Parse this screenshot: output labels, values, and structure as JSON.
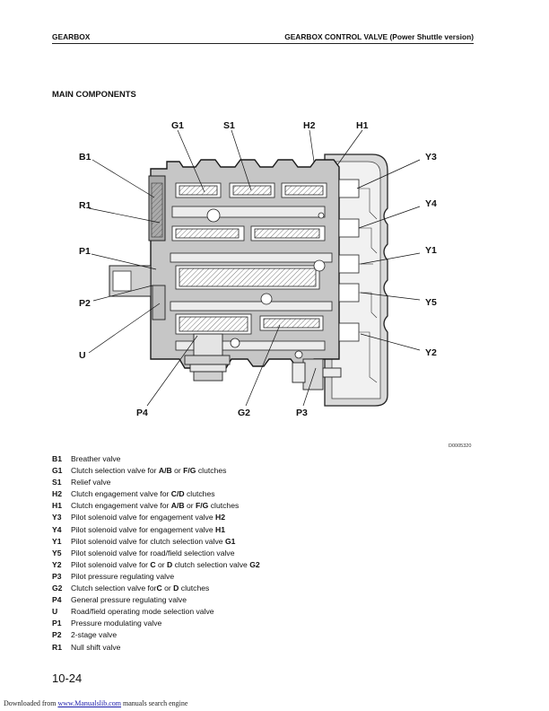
{
  "header": {
    "left": "GEARBOX",
    "right": "GEARBOX CONTROL VALVE (Power Shuttle version)"
  },
  "section_title": "MAIN COMPONENTS",
  "diagram": {
    "labels": {
      "G1": "G1",
      "S1": "S1",
      "H2": "H2",
      "H1": "H1",
      "B1": "B1",
      "R1": "R1",
      "P1": "P1",
      "P2": "P2",
      "U": "U",
      "Y3": "Y3",
      "Y4": "Y4",
      "Y1": "Y1",
      "Y5": "Y5",
      "Y2": "Y2",
      "P4": "P4",
      "G2": "G2",
      "P3": "P3"
    },
    "drawing_code": "D0005320"
  },
  "legend": [
    {
      "key": "B1",
      "parts": [
        {
          "t": "Breather valve"
        }
      ]
    },
    {
      "key": "G1",
      "parts": [
        {
          "t": "Clutch selection valve for "
        },
        {
          "t": "A/B",
          "b": true
        },
        {
          "t": " or "
        },
        {
          "t": "F/G",
          "b": true
        },
        {
          "t": " clutches"
        }
      ]
    },
    {
      "key": "S1",
      "parts": [
        {
          "t": "Relief valve"
        }
      ]
    },
    {
      "key": "H2",
      "parts": [
        {
          "t": "Clutch engagement valve for "
        },
        {
          "t": "C/D",
          "b": true
        },
        {
          "t": " clutches"
        }
      ]
    },
    {
      "key": "H1",
      "parts": [
        {
          "t": "Clutch engagement valve for "
        },
        {
          "t": "A/B",
          "b": true
        },
        {
          "t": " or "
        },
        {
          "t": "F/G",
          "b": true
        },
        {
          "t": " clutches"
        }
      ]
    },
    {
      "key": "Y3",
      "parts": [
        {
          "t": "Pilot solenoid valve for engagement valve "
        },
        {
          "t": "H2",
          "b": true
        }
      ]
    },
    {
      "key": "Y4",
      "parts": [
        {
          "t": "Pilot solenoid valve for engagement valve "
        },
        {
          "t": "H1",
          "b": true
        }
      ]
    },
    {
      "key": "Y1",
      "parts": [
        {
          "t": "Pilot solenoid valve for clutch selection valve "
        },
        {
          "t": "G1",
          "b": true
        }
      ]
    },
    {
      "key": "Y5",
      "parts": [
        {
          "t": "Pilot solenoid valve for road/field selection valve"
        }
      ]
    },
    {
      "key": "Y2",
      "parts": [
        {
          "t": "Pilot solenoid valve for "
        },
        {
          "t": "C",
          "b": true
        },
        {
          "t": " or "
        },
        {
          "t": "D",
          "b": true
        },
        {
          "t": " clutch selection valve "
        },
        {
          "t": "G2",
          "b": true
        }
      ]
    },
    {
      "key": "P3",
      "parts": [
        {
          "t": "Pilot pressure regulating valve"
        }
      ]
    },
    {
      "key": "G2",
      "parts": [
        {
          "t": "Clutch selection valve for"
        },
        {
          "t": "C",
          "b": true
        },
        {
          "t": " or "
        },
        {
          "t": "D",
          "b": true
        },
        {
          "t": " clutches"
        }
      ]
    },
    {
      "key": "P4",
      "parts": [
        {
          "t": "General pressure regulating valve"
        }
      ]
    },
    {
      "key": "U",
      "parts": [
        {
          "t": "Road/field operating mode selection valve"
        }
      ]
    },
    {
      "key": "P1",
      "parts": [
        {
          "t": "Pressure modulating valve"
        }
      ]
    },
    {
      "key": "P2",
      "parts": [
        {
          "t": "2-stage valve"
        }
      ]
    },
    {
      "key": "R1",
      "parts": [
        {
          "t": "Null shift valve"
        }
      ]
    }
  ],
  "page_number": "10-24",
  "footer": {
    "prefix": "Downloaded from ",
    "link": "www.Manualslib.com",
    "suffix": " manuals search engine"
  }
}
